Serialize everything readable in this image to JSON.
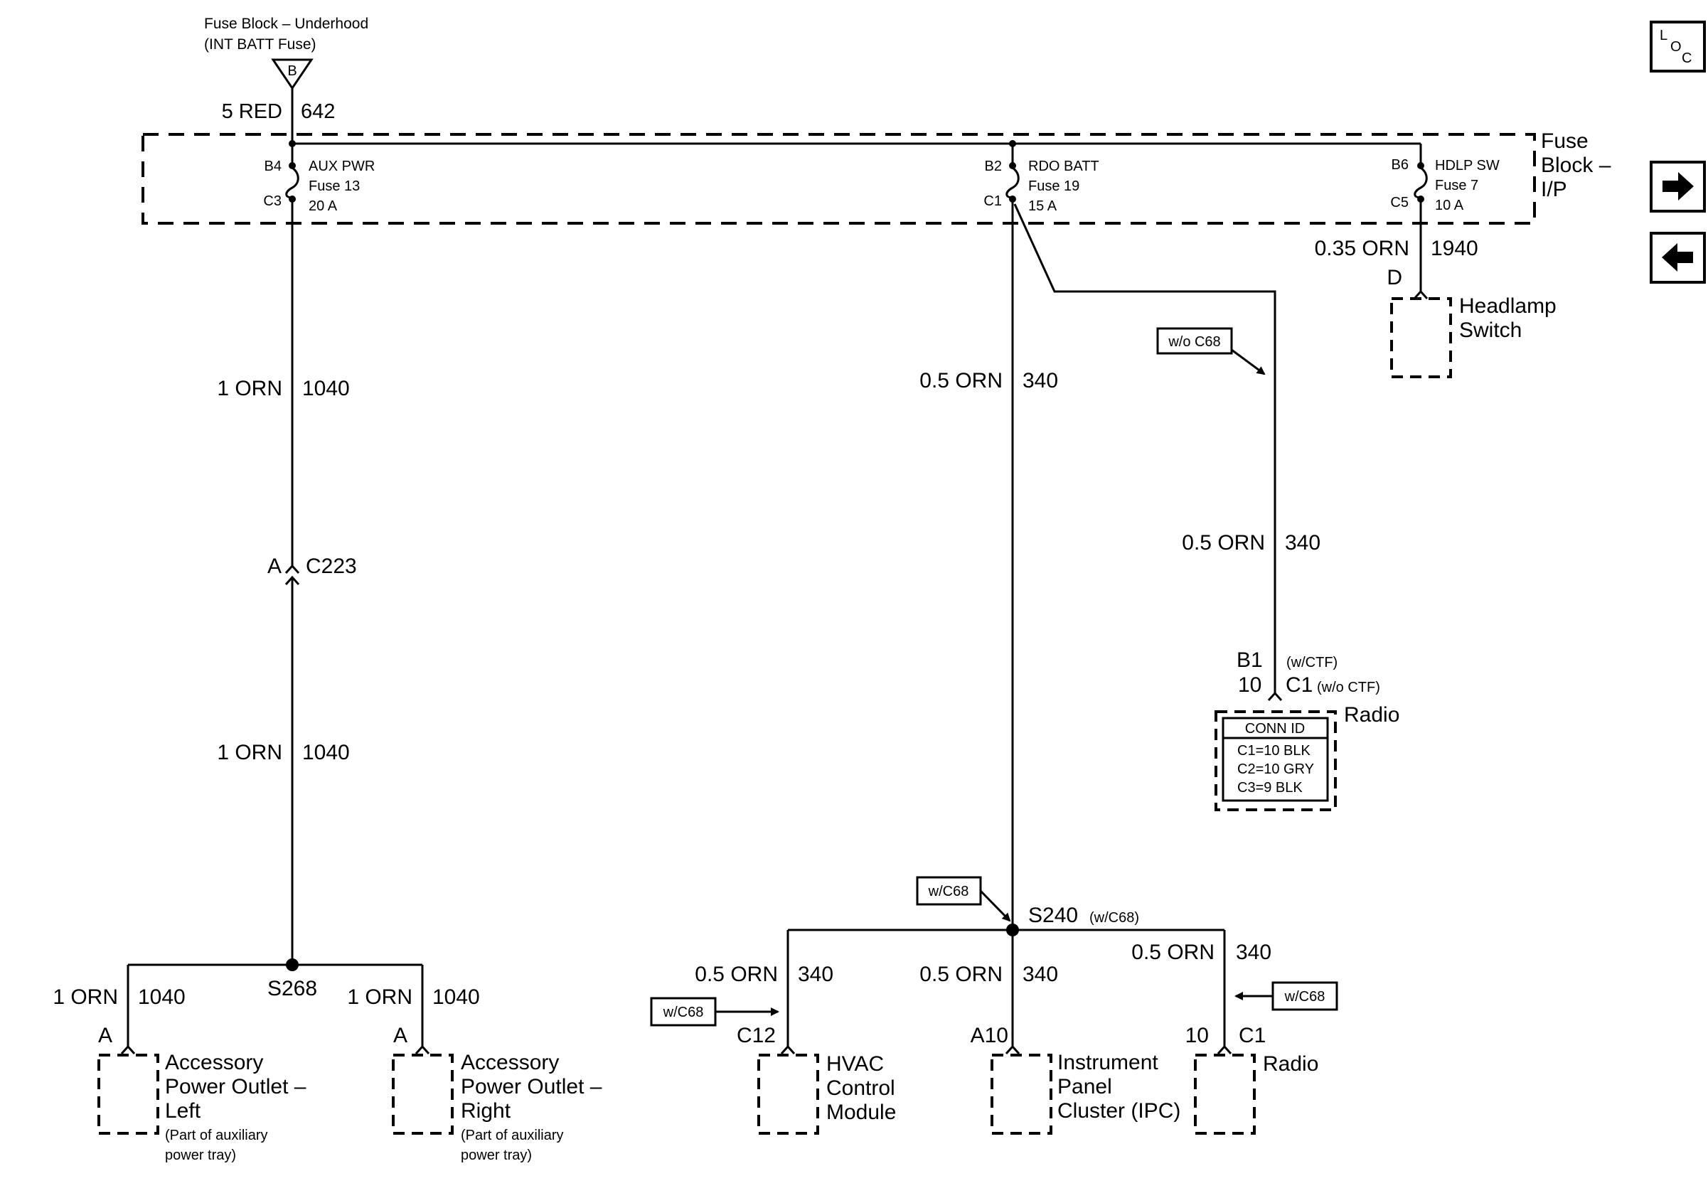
{
  "source": {
    "line1": "Fuse Block – Underhood",
    "line2": "(INT BATT Fuse)",
    "terminal": "B",
    "wire_size": "5 RED",
    "circuit": "642"
  },
  "fuse_block_ip": {
    "label_lines": [
      "Fuse",
      "Block –",
      "I/P"
    ],
    "fuses": [
      {
        "in_pin": "B4",
        "out_pin": "C3",
        "name": "AUX PWR",
        "fuse": "Fuse 13",
        "rating": "20 A"
      },
      {
        "in_pin": "B2",
        "out_pin": "C1",
        "name": "RDO BATT",
        "fuse": "Fuse 19",
        "rating": "15 A"
      },
      {
        "in_pin": "B6",
        "out_pin": "C5",
        "name": "HDLP SW",
        "fuse": "Fuse 7",
        "rating": "10 A"
      }
    ]
  },
  "wires": {
    "aux_top": {
      "size": "1 ORN",
      "circuit": "1040"
    },
    "aux_bottom": {
      "size": "1 ORN",
      "circuit": "1040"
    },
    "rdo_main": {
      "size": "0.5 ORN",
      "circuit": "340"
    },
    "rdo_radio": {
      "size": "0.5 ORN",
      "circuit": "340"
    },
    "hdlp": {
      "size": "0.35 ORN",
      "circuit": "1940"
    },
    "outlet_left": {
      "size": "1 ORN",
      "circuit": "1040"
    },
    "outlet_right": {
      "size": "1 ORN",
      "circuit": "1040"
    },
    "hvac": {
      "size": "0.5 ORN",
      "circuit": "340"
    },
    "ipc": {
      "size": "0.5 ORN",
      "circuit": "340"
    },
    "radio_s240": {
      "size": "0.5 ORN",
      "circuit": "340"
    }
  },
  "connectors": {
    "c223": {
      "pin": "A",
      "name": "C223"
    },
    "s268": "S268",
    "s240": {
      "name": "S240",
      "note": "(w/C68)"
    },
    "hdlp_pin": "D",
    "radio_pins": {
      "b1": "B1",
      "b1_note": "(w/CTF)",
      "ten": "10",
      "c1": "C1",
      "c1_note": "(w/o CTF)"
    },
    "outlet_left_pin": "A",
    "outlet_right_pin": "A",
    "hvac_pin": "C12",
    "ipc_pin": "A10",
    "radio2_pin_num": "10",
    "radio2_pin_conn": "C1"
  },
  "options": {
    "wo_c68": "w/o C68",
    "w_c68_s240": "w/C68",
    "w_c68_hvac": "w/C68",
    "w_c68_radio": "w/C68"
  },
  "components": {
    "headlamp_switch": [
      "Headlamp",
      "Switch"
    ],
    "radio_top": "Radio",
    "conn_id": {
      "title": "CONN ID",
      "rows": [
        "C1=10 BLK",
        "C2=10 GRY",
        "C3=9 BLK"
      ]
    },
    "outlet_left": {
      "lines": [
        "Accessory",
        "Power Outlet –",
        "Left"
      ],
      "note": [
        "(Part of auxiliary",
        "power tray)"
      ]
    },
    "outlet_right": {
      "lines": [
        "Accessory",
        "Power Outlet –",
        "Right"
      ],
      "note": [
        "(Part of auxiliary",
        "power tray)"
      ]
    },
    "hvac": [
      "HVAC",
      "Control",
      "Module"
    ],
    "ipc": [
      "Instrument",
      "Panel",
      "Cluster (IPC)"
    ],
    "radio_bottom": "Radio"
  },
  "nav": {
    "loc": {
      "l": "L",
      "o": "O",
      "c": "C"
    },
    "next_icon": "arrow-right-icon",
    "prev_icon": "arrow-left-icon"
  }
}
